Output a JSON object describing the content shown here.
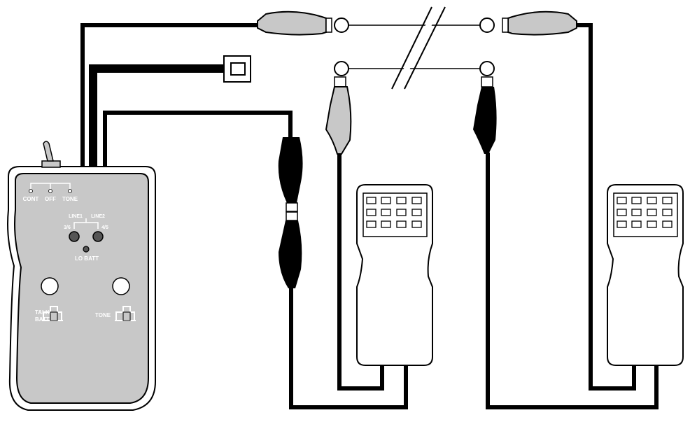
{
  "tester": {
    "mode_switch": {
      "positions": [
        "CONT",
        "OFF",
        "TONE"
      ]
    },
    "line_indicators": {
      "line1_label": "LINE1",
      "line2_label": "LINE2",
      "line1_pins": "3/6",
      "line2_pins": "4/5",
      "lo_batt_label": "LO BATT"
    },
    "talk_batt_label_line1": "TALK/",
    "talk_batt_label_line2": "BATT",
    "tone_label": "TONE"
  },
  "colors": {
    "tester_body": "#c8c8c8",
    "tester_outline": "#000000",
    "clip_grey": "#c8c8c8",
    "clip_black": "#000000",
    "led": "#555555",
    "handset_body": "#ffffff",
    "background": "#ffffff"
  },
  "icons": [
    "toggle-switch-icon",
    "rj11-plug-icon",
    "alligator-clip-icon",
    "terminal-post-icon",
    "line-break-icon",
    "push-button-icon",
    "keypad-icon"
  ]
}
